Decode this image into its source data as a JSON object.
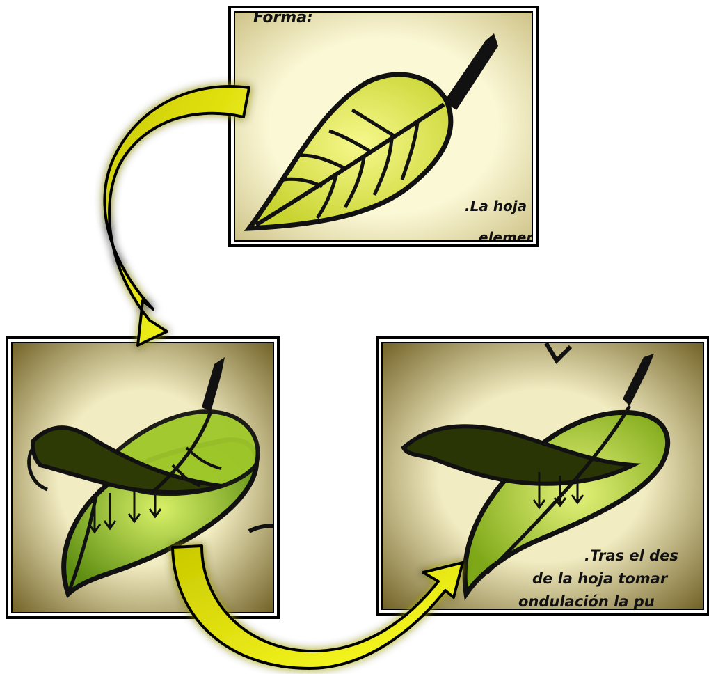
{
  "panels": {
    "top": {
      "header_text": "Forma:",
      "note_lines": [
        ".La hoja",
        "element"
      ]
    },
    "right": {
      "note_lines": [
        ".Tras el des",
        "de la hoja tomar",
        "ondulación la pu"
      ]
    }
  },
  "colors": {
    "arrow_fill": "#d4d400",
    "arrow_glow": "#ffff33",
    "leaf_top": "#e6ee58",
    "leaf_bottom": "#8fbf1e",
    "paper": "#f4efc7"
  }
}
